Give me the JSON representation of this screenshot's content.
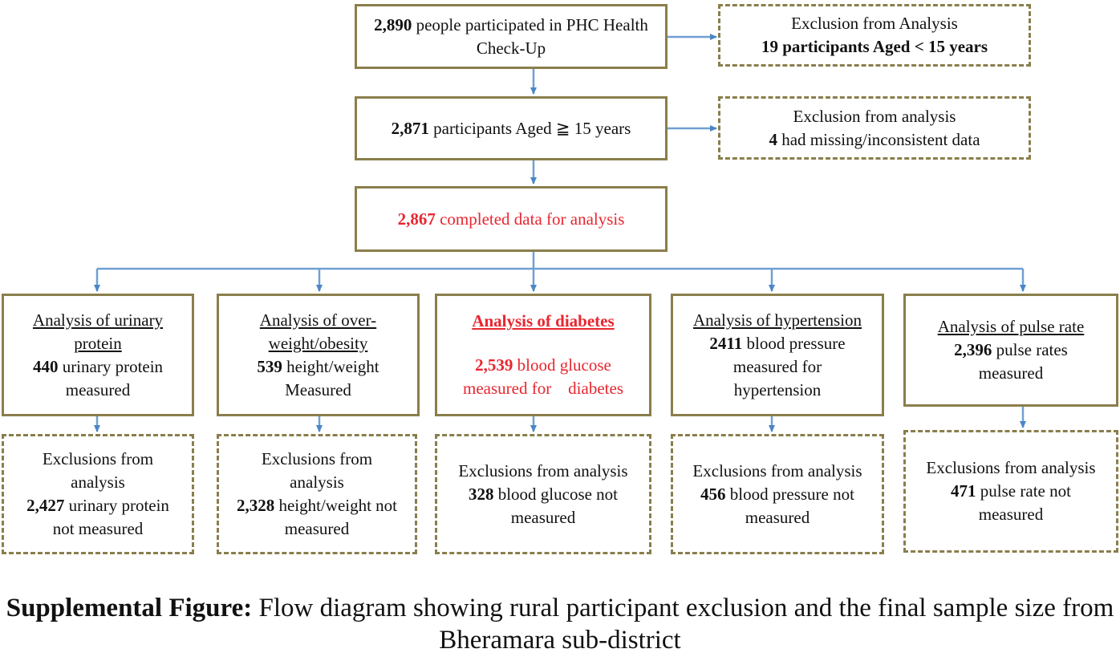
{
  "top": {
    "start": {
      "num": "2,890",
      "text": "people participated in PHC Health Check-Up"
    },
    "excl1": {
      "line1": "Exclusion from Analysis",
      "num": "19",
      "text": "participants Aged < 15 years"
    },
    "aged": {
      "num": "2,871",
      "text": "participants Aged ≧ 15 years"
    },
    "excl2": {
      "line1": "Exclusion from analysis",
      "num": "4",
      "text": "had missing/inconsistent data"
    },
    "complete": {
      "num": "2,867",
      "text": "completed data for analysis"
    }
  },
  "analyses": [
    {
      "title": "Analysis of urinary protein",
      "num": "440",
      "text": "urinary protein measured"
    },
    {
      "title": "Analysis of over-weight/obesity",
      "num": "539",
      "text": "height/weight Measured"
    },
    {
      "title": "Analysis of diabetes",
      "num": "2,539",
      "text": "blood glucose measured for    diabetes"
    },
    {
      "title": "Analysis of hypertension",
      "num": "2411",
      "text": "blood pressure measured for hypertension"
    },
    {
      "title": "Analysis of pulse rate",
      "num": "2,396",
      "text": "pulse rates measured"
    }
  ],
  "exclusions": [
    {
      "label": "Exclusions from analysis",
      "num": "2,427",
      "text": "urinary protein not measured"
    },
    {
      "label": "Exclusions from analysis",
      "num": "2,328",
      "text": "height/weight not measured"
    },
    {
      "label": "Exclusions from analysis",
      "num": "328",
      "text": "blood glucose not measured"
    },
    {
      "label": "Exclusions from analysis",
      "num": "456",
      "text": "blood pressure not measured"
    },
    {
      "label": "Exclusions from analysis",
      "num": "471",
      "text": "pulse rate not measured"
    }
  ],
  "caption": {
    "label": "Supplemental Figure:",
    "text": "Flow diagram showing rural participant exclusion and the final sample size from Bheramara sub-district"
  }
}
